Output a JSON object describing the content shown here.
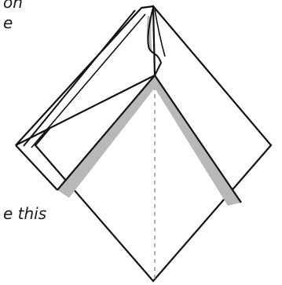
{
  "captions": {
    "top_line_1": "on",
    "top_line_2": "e",
    "bottom": "e this"
  },
  "colors": {
    "line": "#111111",
    "shadow": "#b8b8b8",
    "fold_line": "#9a9a9a",
    "paper": "#ffffff"
  }
}
